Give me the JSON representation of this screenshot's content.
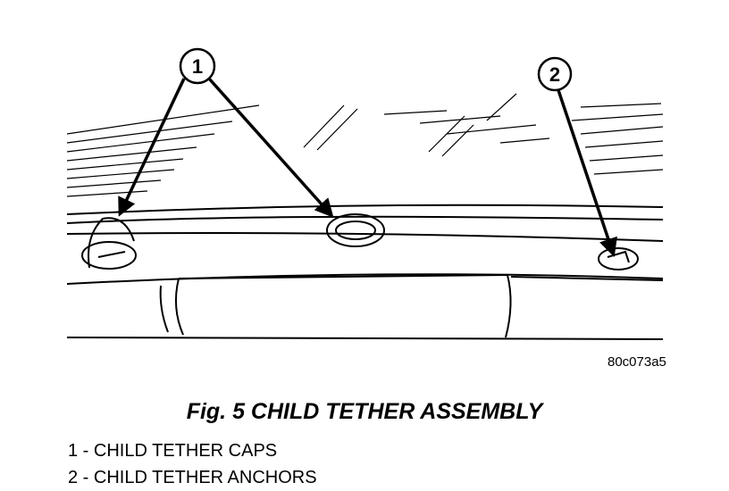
{
  "callouts": [
    {
      "number": "1"
    },
    {
      "number": "2"
    }
  ],
  "figure_code": "80c073a5",
  "caption": "Fig. 5 CHILD TETHER ASSEMBLY",
  "legend": [
    {
      "text": "1 - CHILD TETHER CAPS"
    },
    {
      "text": "2 - CHILD TETHER ANCHORS"
    }
  ]
}
